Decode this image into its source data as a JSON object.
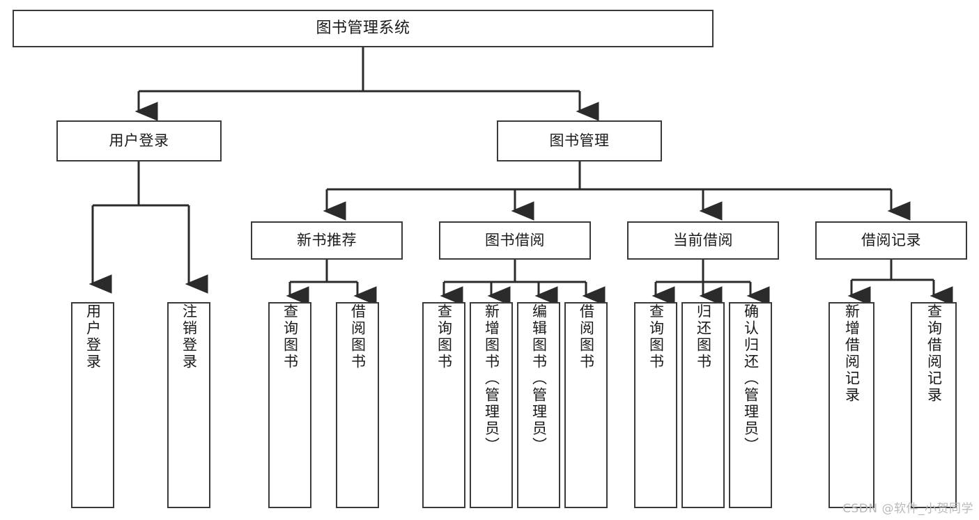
{
  "diagram": {
    "type": "hierarchy-tree",
    "title": "图书管理系统",
    "root": {
      "id": "root",
      "label": "图书管理系统"
    },
    "level2": [
      {
        "id": "user-login",
        "label": "用户登录"
      },
      {
        "id": "book-manage",
        "label": "图书管理"
      }
    ],
    "level3": [
      {
        "id": "new-book-recommend",
        "label": "新书推荐",
        "parent": "book-manage"
      },
      {
        "id": "book-borrow",
        "label": "图书借阅",
        "parent": "book-manage"
      },
      {
        "id": "current-borrow",
        "label": "当前借阅",
        "parent": "book-manage"
      },
      {
        "id": "borrow-record",
        "label": "借阅记录",
        "parent": "book-manage"
      }
    ],
    "leaves": [
      {
        "id": "leaf-user-login",
        "label": "用户登录",
        "parent": "user-login"
      },
      {
        "id": "leaf-logout-login",
        "label": "注销登录",
        "parent": "user-login"
      },
      {
        "id": "leaf-query-book-1",
        "label": "查询图书",
        "parent": "new-book-recommend"
      },
      {
        "id": "leaf-borrow-book-1",
        "label": "借阅图书",
        "parent": "new-book-recommend"
      },
      {
        "id": "leaf-query-book-2",
        "label": "查询图书",
        "parent": "book-borrow"
      },
      {
        "id": "leaf-add-book",
        "label": "新增图书（管理员）",
        "parent": "book-borrow"
      },
      {
        "id": "leaf-edit-book",
        "label": "编辑图书（管理员）",
        "parent": "book-borrow"
      },
      {
        "id": "leaf-borrow-book-2",
        "label": "借阅图书",
        "parent": "book-borrow"
      },
      {
        "id": "leaf-query-book-3",
        "label": "查询图书",
        "parent": "current-borrow"
      },
      {
        "id": "leaf-return-book",
        "label": "归还图书",
        "parent": "current-borrow"
      },
      {
        "id": "leaf-confirm-return",
        "label": "确认归还（管理员）",
        "parent": "current-borrow"
      },
      {
        "id": "leaf-add-record",
        "label": "新增借阅记录",
        "parent": "borrow-record"
      },
      {
        "id": "leaf-query-record",
        "label": "查询借阅记录",
        "parent": "borrow-record"
      }
    ],
    "colors": {
      "box_border": "#3a3a3a",
      "box_fill": "#ffffff",
      "connector": "#2b2b2b",
      "text": "#1a1a1a",
      "watermark": "#b9b9b9",
      "background": "#ffffff"
    }
  },
  "watermark": {
    "text": "CSDN @软件_小贺同学"
  }
}
